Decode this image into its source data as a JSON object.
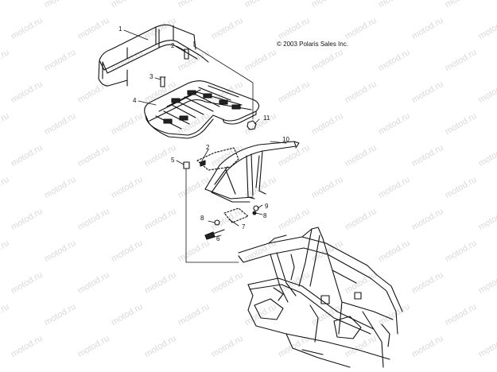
{
  "copyright": "© 2003 Polaris Sales Inc.",
  "watermark": "motod.ru",
  "callouts": {
    "c1": "1",
    "c2a": "2",
    "c3": "3",
    "c4": "4",
    "c5": "5",
    "c2b": "2",
    "c6": "6",
    "c7": "7",
    "c8a": "8",
    "c8b": "8",
    "c9": "9",
    "c10": "10",
    "c11": "11"
  },
  "colors": {
    "line": "#111111",
    "watermark": "#d9d9d9"
  }
}
